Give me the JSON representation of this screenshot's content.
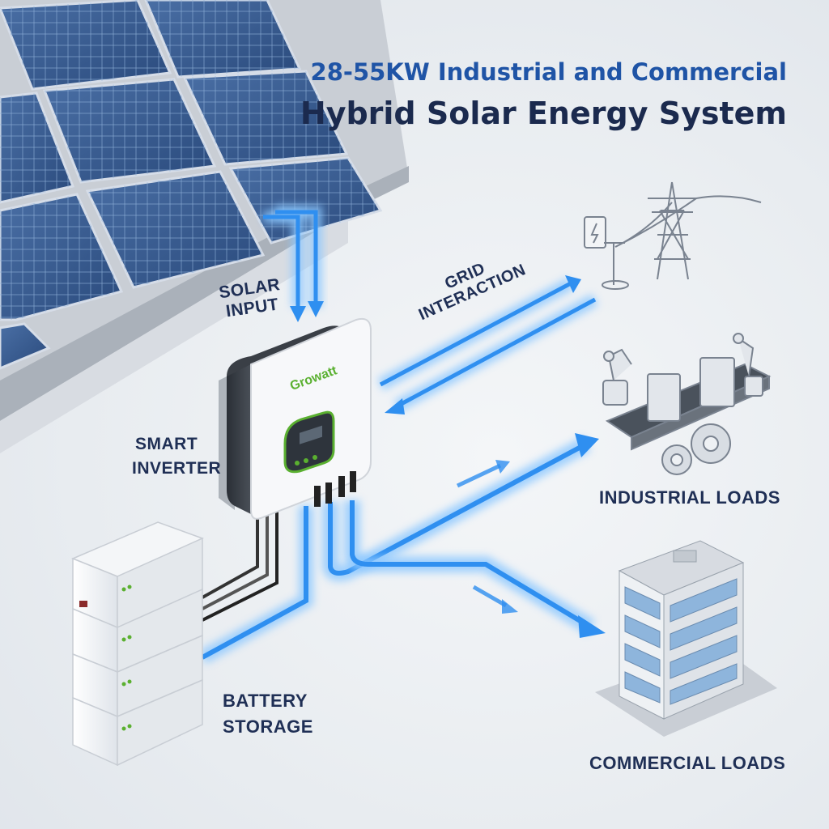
{
  "title": {
    "line1": "28-55KW Industrial and Commercial",
    "line2": "Hybrid Solar Energy System"
  },
  "labels": {
    "solar_input_line1": "SOLAR",
    "solar_input_line2": "INPUT",
    "grid_line1": "GRID",
    "grid_line2": "INTERACTION",
    "smart_inverter_line1": "SMART",
    "smart_inverter_line2": "INVERTER",
    "battery_line1": "BATTERY",
    "battery_line2": "STORAGE",
    "industrial": "INDUSTRIAL LOADS",
    "commercial": "COMMERCIAL LOADS"
  },
  "inverter": {
    "brand": "Growatt"
  },
  "colors": {
    "flow": "#2f8ff0",
    "flow_glow": "#8cc8ff",
    "title_accent": "#1f54a6",
    "title_dark": "#1b2a4e",
    "brand_green": "#5ab030"
  },
  "icons": [
    "solar-panel-array",
    "inverter",
    "battery-stack",
    "power-grid-tower",
    "factory-robot-arms",
    "gears",
    "office-building",
    "electrical-box"
  ]
}
